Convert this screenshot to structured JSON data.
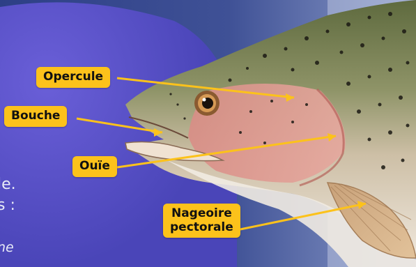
{
  "labels": {
    "opercule": "Opercule",
    "bouche": "Bouche",
    "ouie": "Ouïe",
    "nageoire_line1": "Nageoire",
    "nageoire_line2": "pectorale"
  },
  "left_text_fragments": {
    "line1": "le.",
    "line2": "s :",
    "line3": "ne"
  },
  "colors": {
    "label_bg": "#fcc21b",
    "line": "#fcc21b",
    "bg_purple": "#5b55c9",
    "bg_blue": "#344a8f"
  }
}
